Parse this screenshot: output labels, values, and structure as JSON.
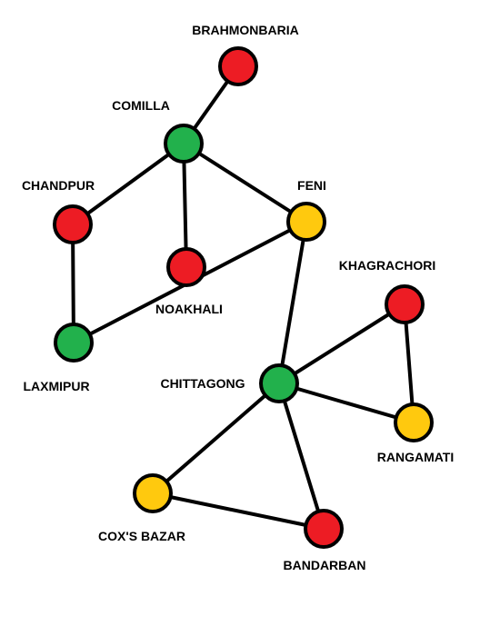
{
  "palette": {
    "red": "#ed1c24",
    "green": "#22b14c",
    "yellow": "#ffc90e"
  },
  "nodes": [
    {
      "id": "brahmonbaria",
      "label": "BRAHMONBARIA",
      "color": "red"
    },
    {
      "id": "comilla",
      "label": "COMILLA",
      "color": "green"
    },
    {
      "id": "chandpur",
      "label": "CHANDPUR",
      "color": "red"
    },
    {
      "id": "feni",
      "label": "FENI",
      "color": "yellow"
    },
    {
      "id": "noakhali",
      "label": "NOAKHALI",
      "color": "red"
    },
    {
      "id": "laxmipur",
      "label": "LAXMIPUR",
      "color": "green"
    },
    {
      "id": "khagrachori",
      "label": "KHAGRACHORI",
      "color": "red"
    },
    {
      "id": "chittagong",
      "label": "CHITTAGONG",
      "color": "green"
    },
    {
      "id": "rangamati",
      "label": "RANGAMATI",
      "color": "yellow"
    },
    {
      "id": "coxs-bazar",
      "label": "COX'S BAZAR",
      "color": "yellow"
    },
    {
      "id": "bandarban",
      "label": "BANDARBAN",
      "color": "red"
    }
  ],
  "edges": [
    [
      "brahmonbaria",
      "comilla"
    ],
    [
      "comilla",
      "chandpur"
    ],
    [
      "comilla",
      "noakhali"
    ],
    [
      "comilla",
      "feni"
    ],
    [
      "chandpur",
      "laxmipur"
    ],
    [
      "laxmipur",
      "feni"
    ],
    [
      "feni",
      "chittagong"
    ],
    [
      "chittagong",
      "khagrachori"
    ],
    [
      "chittagong",
      "rangamati"
    ],
    [
      "khagrachori",
      "rangamati"
    ],
    [
      "chittagong",
      "coxs-bazar"
    ],
    [
      "chittagong",
      "bandarban"
    ],
    [
      "coxs-bazar",
      "bandarban"
    ]
  ]
}
